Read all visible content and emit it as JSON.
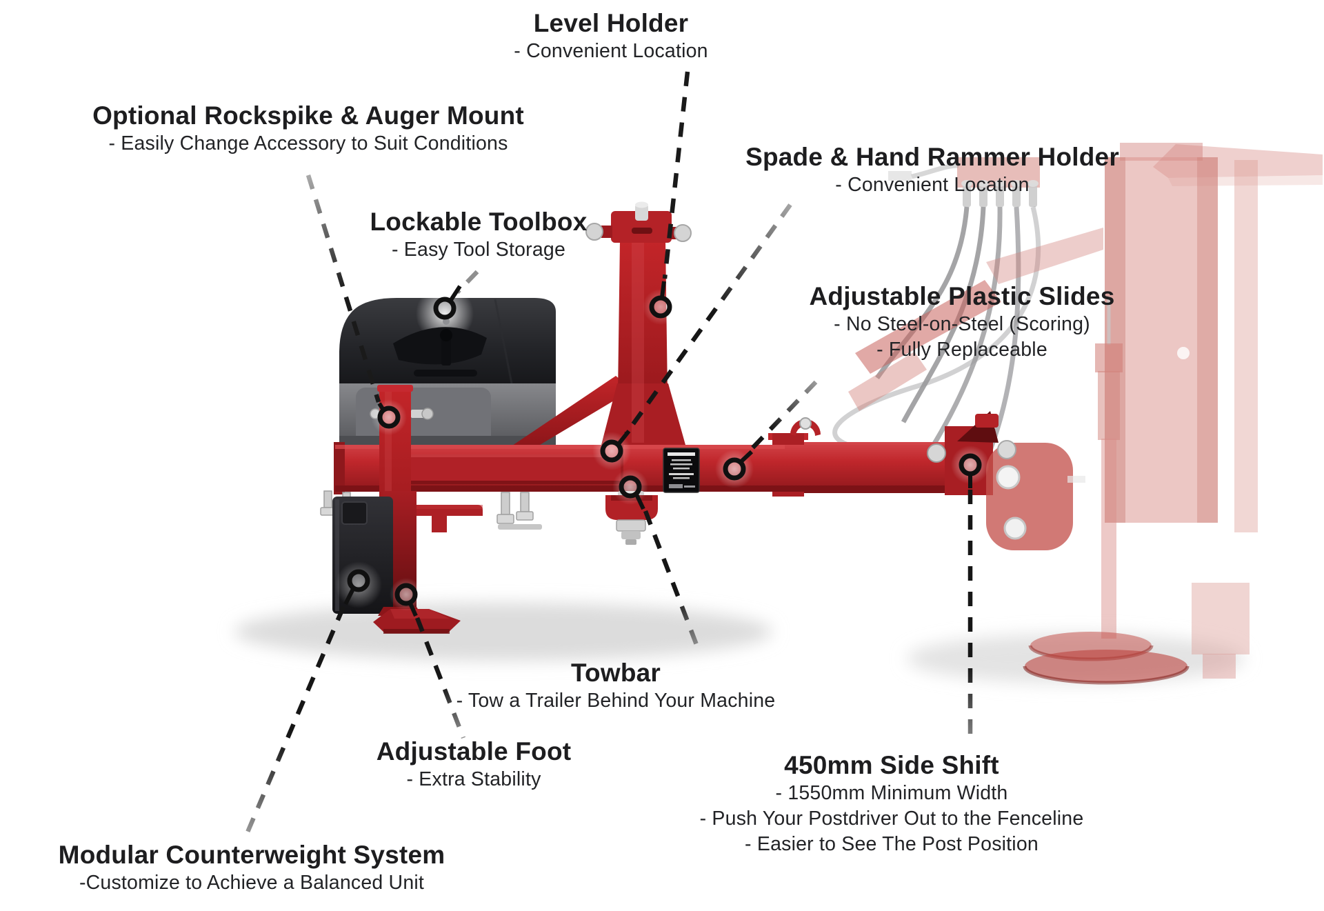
{
  "callouts": {
    "level_holder": {
      "title": "Level Holder",
      "lines": [
        "- Convenient Location"
      ]
    },
    "rockspike": {
      "title": "Optional Rockspike & Auger Mount",
      "lines": [
        "- Easily Change Accessory to Suit Conditions"
      ]
    },
    "toolbox": {
      "title": "Lockable Toolbox",
      "lines": [
        "- Easy Tool Storage"
      ]
    },
    "spade": {
      "title": "Spade & Hand Rammer Holder",
      "lines": [
        "- Convenient Location"
      ]
    },
    "slides": {
      "title": "Adjustable Plastic Slides",
      "lines": [
        "- No Steel-on-Steel (Scoring)",
        "- Fully Replaceable"
      ]
    },
    "towbar": {
      "title": "Towbar",
      "lines": [
        "- Tow a Trailer Behind Your Machine"
      ]
    },
    "foot": {
      "title": "Adjustable Foot",
      "lines": [
        "- Extra Stability"
      ]
    },
    "counterweight": {
      "title": "Modular Counterweight System",
      "lines": [
        "-Customize to Achieve a Balanced Unit"
      ]
    },
    "side_shift": {
      "title": "450mm Side Shift",
      "lines": [
        "- 1550mm Minimum Width",
        "- Push Your Postdriver Out to the Fenceline",
        "- Easier to See The Post Position"
      ]
    }
  },
  "colors": {
    "machine_red": "#c0272c",
    "machine_red_dark": "#8f181c",
    "ghost_red": "#d98f8a",
    "text": "#1d1d1f",
    "line_dark": "#161616"
  }
}
